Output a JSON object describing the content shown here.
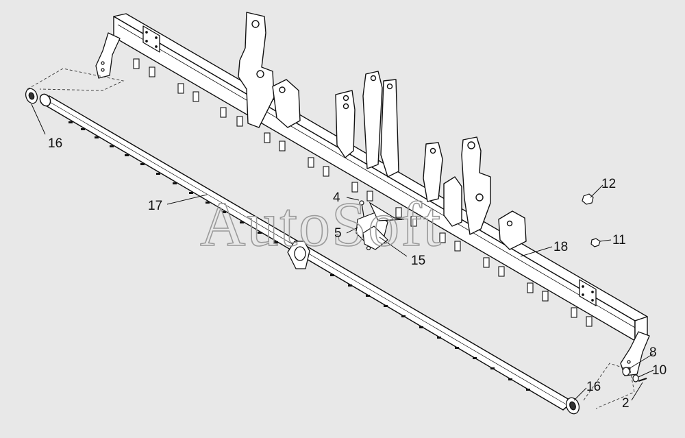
{
  "diagram": {
    "watermark": "AutoSoft",
    "callouts": {
      "c2": "2",
      "c4": "4",
      "c5": "5",
      "c8": "8",
      "c10": "10",
      "c11": "11",
      "c12": "12",
      "c15": "15",
      "c16a": "16",
      "c16b": "16",
      "c17": "17",
      "c18": "18"
    }
  }
}
